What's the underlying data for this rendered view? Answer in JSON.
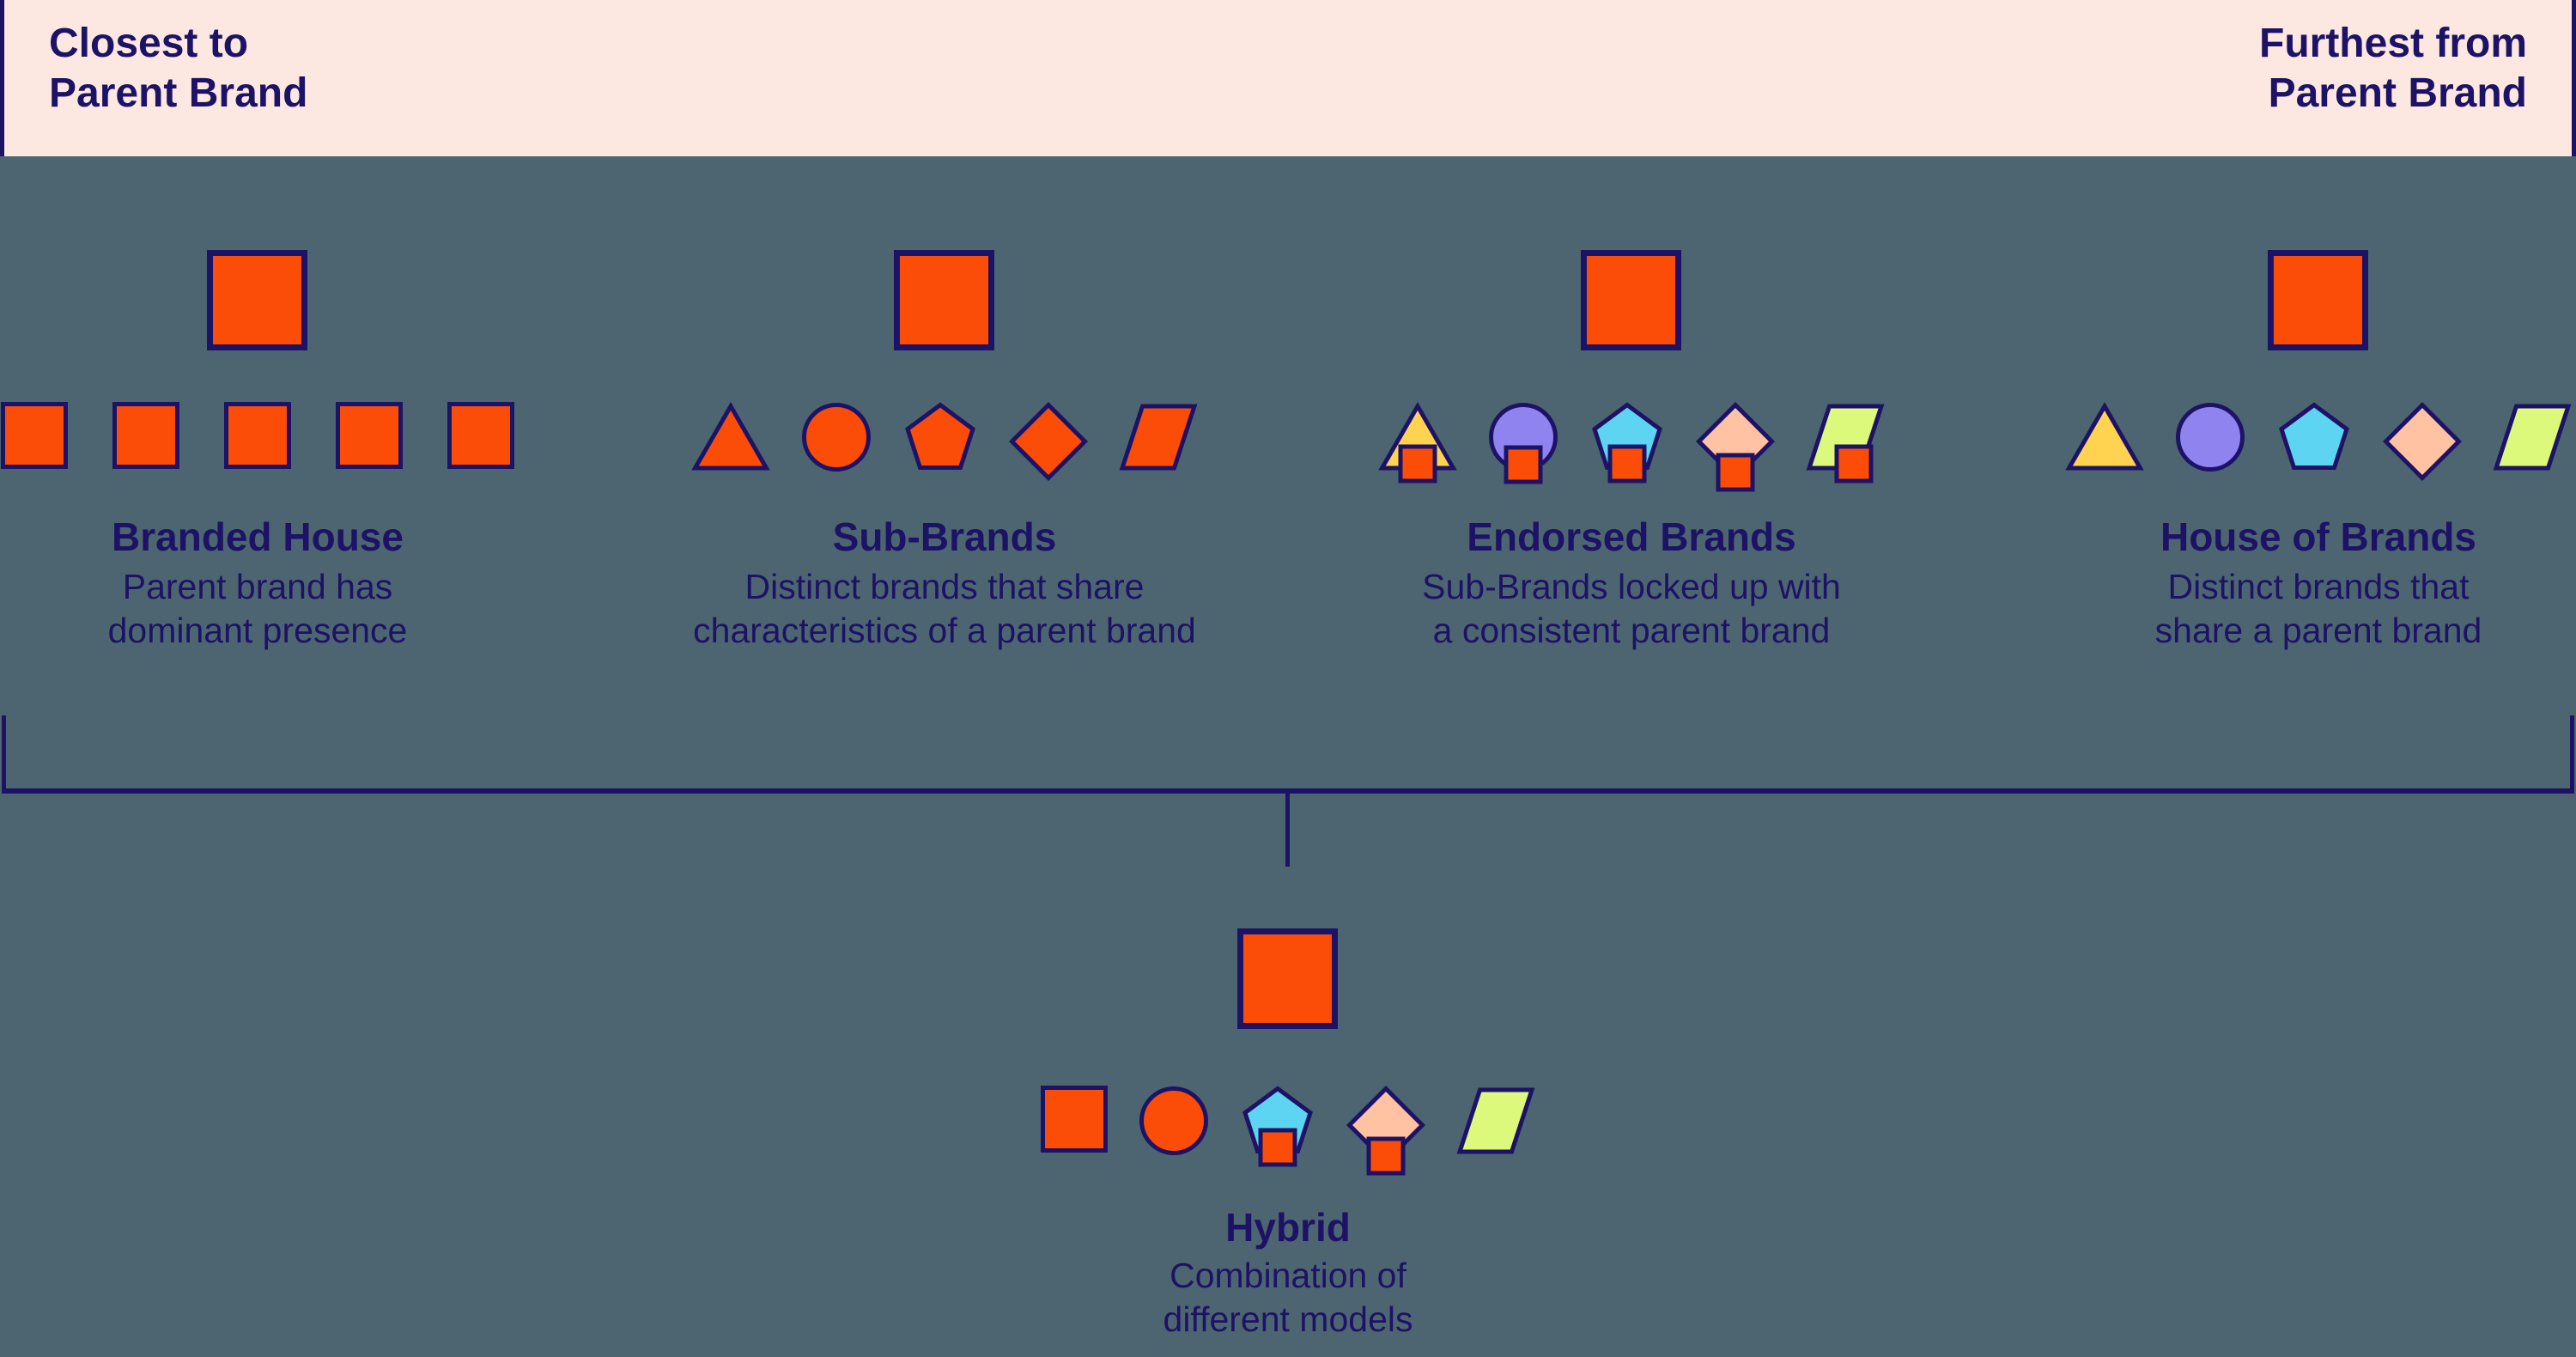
{
  "colors": {
    "background": "#4C6570",
    "header_bg": "#FCE8E0",
    "navy": "#1D1366",
    "orange": "#FB4D08",
    "yellow": "#FFD34F",
    "purple": "#8F83F0",
    "blue": "#5DD4F1",
    "peach": "#FFC2A3",
    "green": "#DDF97C"
  },
  "header": {
    "left_label": "Closest to\nParent Brand",
    "right_label": "Furthest from\nParent Brand"
  },
  "columns": [
    {
      "id": "branded-house",
      "title": "Branded House",
      "description": "Parent brand has\ndominant presence",
      "parent": {
        "shape": "parent",
        "color": "orange"
      },
      "children": [
        {
          "shape": "square",
          "color": "orange",
          "endorsed": false
        },
        {
          "shape": "square",
          "color": "orange",
          "endorsed": false
        },
        {
          "shape": "square",
          "color": "orange",
          "endorsed": false
        },
        {
          "shape": "square",
          "color": "orange",
          "endorsed": false
        },
        {
          "shape": "square",
          "color": "orange",
          "endorsed": false
        }
      ]
    },
    {
      "id": "sub-brands",
      "title": "Sub-Brands",
      "description": "Distinct brands that share\ncharacteristics of a parent brand",
      "parent": {
        "shape": "parent",
        "color": "orange"
      },
      "children": [
        {
          "shape": "triangle",
          "color": "orange",
          "endorsed": false
        },
        {
          "shape": "circle",
          "color": "orange",
          "endorsed": false
        },
        {
          "shape": "pentagon",
          "color": "orange",
          "endorsed": false
        },
        {
          "shape": "diamond",
          "color": "orange",
          "endorsed": false
        },
        {
          "shape": "parallelogram",
          "color": "orange",
          "endorsed": false
        }
      ]
    },
    {
      "id": "endorsed-brands",
      "title": "Endorsed Brands",
      "description": "Sub-Brands locked up with\na consistent parent brand",
      "parent": {
        "shape": "parent",
        "color": "orange"
      },
      "children": [
        {
          "shape": "triangle",
          "color": "yellow",
          "endorsed": true
        },
        {
          "shape": "circle",
          "color": "purple",
          "endorsed": true
        },
        {
          "shape": "pentagon",
          "color": "blue",
          "endorsed": true
        },
        {
          "shape": "diamond",
          "color": "peach",
          "endorsed": true
        },
        {
          "shape": "parallelogram",
          "color": "green",
          "endorsed": true
        }
      ]
    },
    {
      "id": "house-of-brands",
      "title": "House of Brands",
      "description": "Distinct brands that\nshare a parent brand",
      "parent": {
        "shape": "parent",
        "color": "orange"
      },
      "children": [
        {
          "shape": "triangle",
          "color": "yellow",
          "endorsed": false
        },
        {
          "shape": "circle",
          "color": "purple",
          "endorsed": false
        },
        {
          "shape": "pentagon",
          "color": "blue",
          "endorsed": false
        },
        {
          "shape": "diamond",
          "color": "peach",
          "endorsed": false
        },
        {
          "shape": "parallelogram",
          "color": "green",
          "endorsed": false
        }
      ]
    }
  ],
  "hybrid": {
    "id": "hybrid",
    "title": "Hybrid",
    "description": "Combination of\ndifferent models",
    "parent": {
      "shape": "parent",
      "color": "orange"
    },
    "children": [
      {
        "shape": "square",
        "color": "orange",
        "endorsed": false
      },
      {
        "shape": "circle",
        "color": "orange",
        "endorsed": false
      },
      {
        "shape": "pentagon",
        "color": "blue",
        "endorsed": true
      },
      {
        "shape": "diamond",
        "color": "peach",
        "endorsed": true
      },
      {
        "shape": "parallelogram",
        "color": "green",
        "endorsed": false
      }
    ]
  }
}
